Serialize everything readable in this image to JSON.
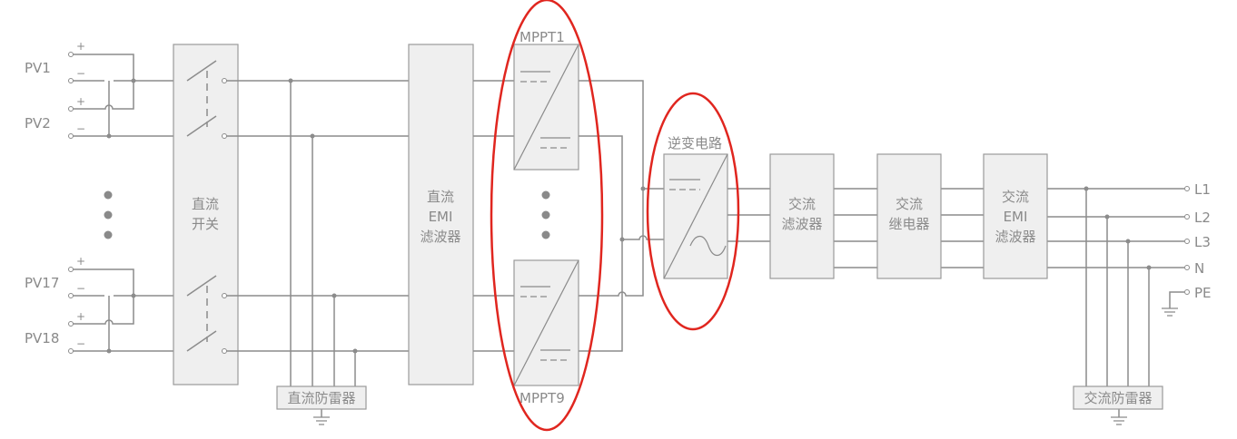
{
  "pv_inputs": [
    "PV1",
    "PV2",
    "PV17",
    "PV18"
  ],
  "signs": {
    "plus": "+",
    "minus": "−"
  },
  "blocks": {
    "dc_switch": [
      "直流",
      "开关"
    ],
    "dc_emi": [
      "直流",
      "EMI",
      "滤波器"
    ],
    "mppt_top": "MPPT1",
    "mppt_bottom": "MPPT9",
    "inverter": "逆变电路",
    "ac_filter": [
      "交流",
      "滤波器"
    ],
    "ac_relay": [
      "交流",
      "继电器"
    ],
    "ac_emi": [
      "交流",
      "EMI",
      "滤波器"
    ],
    "dc_spd": "直流防雷器",
    "ac_spd": "交流防雷器"
  },
  "outputs": [
    "L1",
    "L2",
    "L3",
    "N",
    "PE"
  ],
  "colors": {
    "highlight": "#e0261f",
    "line": "#8c8c8c",
    "block_fill": "#efefef"
  }
}
